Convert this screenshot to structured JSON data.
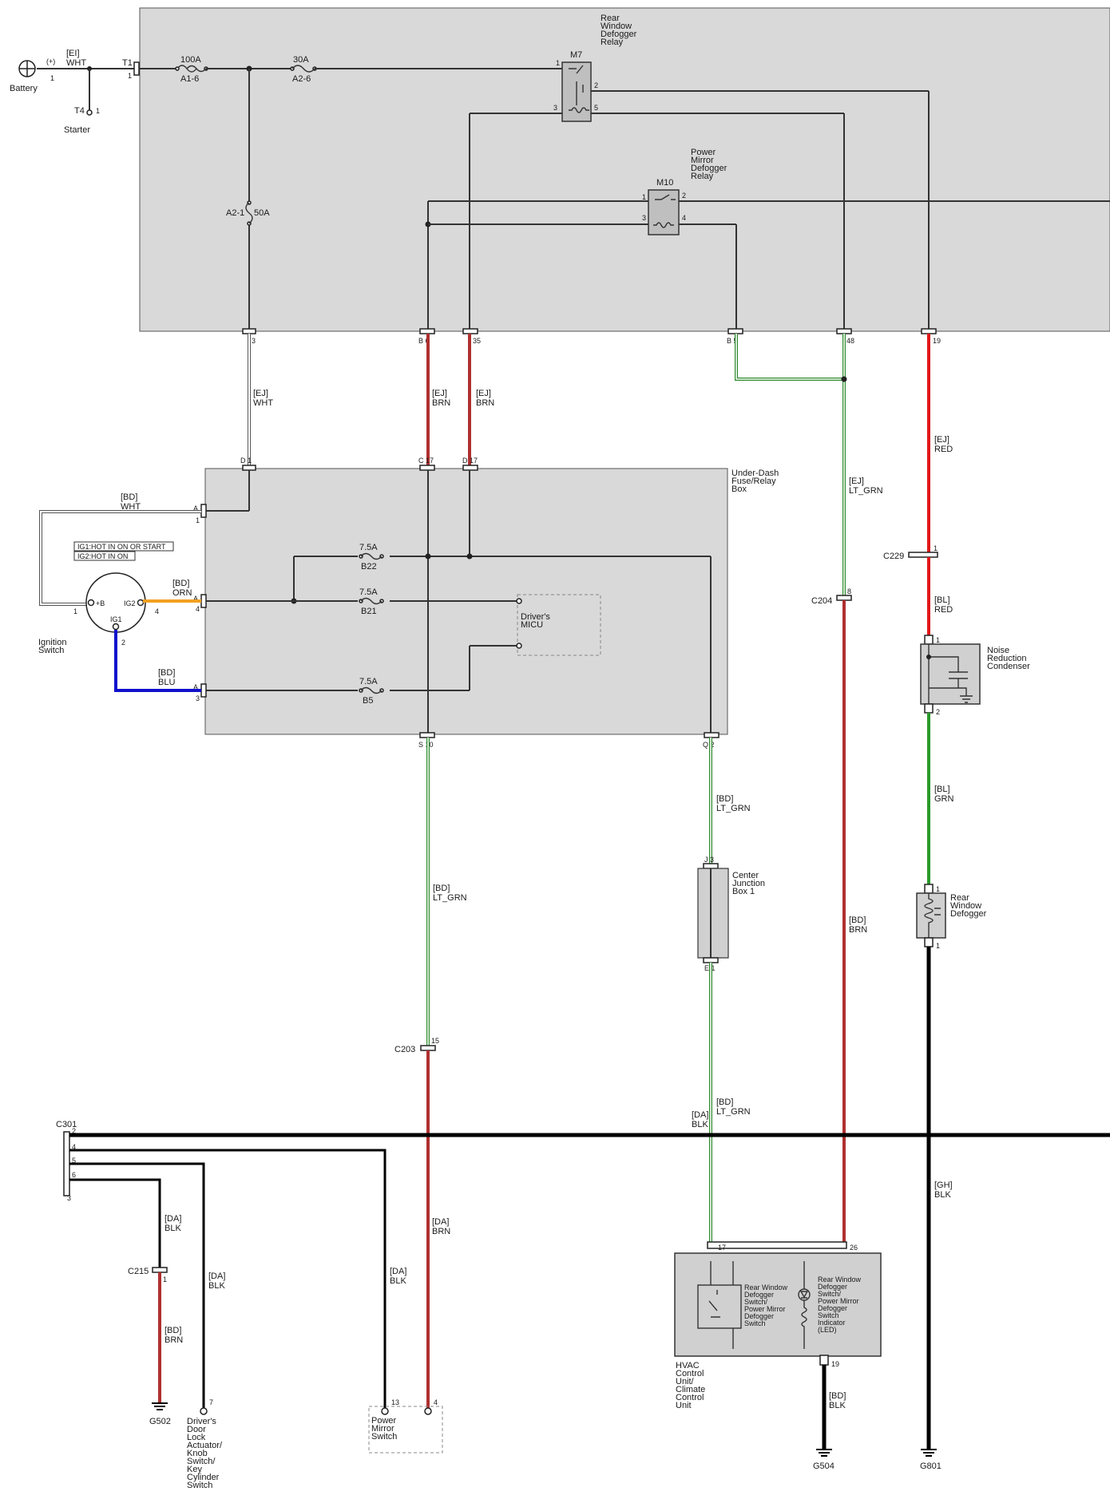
{
  "labels": {
    "battery": "Battery",
    "battery_plus": "(+)",
    "battery_pin": "1",
    "ei": "[EI]",
    "ei_wht": "WHT",
    "t1": "T1",
    "t1_pin": "1",
    "t4": "T4",
    "t4_pin": "1",
    "starter": "Starter",
    "fuse_100a": "100A",
    "fuse_a16": "A1-6",
    "fuse_30a": "30A",
    "fuse_a26": "A2-6",
    "fuse_a21": "A2-1",
    "fuse_50a": "50A",
    "m7": "M7",
    "rear_relay": [
      "Rear",
      "Window",
      "Defogger",
      "Relay"
    ],
    "m7_p1": "1",
    "m7_p2": "2",
    "m7_p3": "3",
    "m7_p5": "5",
    "m10": "M10",
    "pm_relay": [
      "Power",
      "Mirror",
      "Defogger",
      "Relay"
    ],
    "m10_p1": "1",
    "m10_p2": "2",
    "m10_p3": "3",
    "m10_p4": "4",
    "c_3": "3",
    "c_b6": "B 6",
    "c_35": "35",
    "c_b5": "B 5",
    "c_48": "48",
    "c_19": "19",
    "ej1": "[EJ]",
    "ej1_c": "WHT",
    "ej2": "[EJ]",
    "ej2_c": "BRN",
    "ej3": "[EJ]",
    "ej3_c": "BRN",
    "ej4": "[EJ]",
    "ej4_c": "LT_GRN",
    "ej5": "[EJ]",
    "ej5_c": "RED",
    "d1": "D 1",
    "c17": "C 17",
    "d17": "D 17",
    "underdash": [
      "Under-Dash",
      "Fuse/Relay",
      "Box"
    ],
    "a1_top": "A",
    "a1_bot": "1",
    "a4_top": "A",
    "a4_bot": "4",
    "a3_top": "A",
    "a3_bot": "3",
    "bd_wht": "[BD]",
    "bd_wht_c": "WHT",
    "bd_orn": "[BD]",
    "bd_orn_c": "ORN",
    "bd_blu": "[BD]",
    "bd_blu_c": "BLU",
    "ig_note1": "IG1:HOT IN ON OR START",
    "ig_note2": "IG2:HOT IN ON",
    "ign_b": "+B",
    "ign_ig2": "IG2",
    "ign_ig1": "IG1",
    "ign_p1": "1",
    "ign_p4": "4",
    "ign_p2": "2",
    "ignition": [
      "Ignition",
      "Switch"
    ],
    "b22_a": "7.5A",
    "b22": "B22",
    "b21_a": "7.5A",
    "b21": "B21",
    "b5_a": "7.5A",
    "b5": "B5",
    "micu": [
      "Driver's",
      "MICU"
    ],
    "s10": "S 10",
    "q2": "Q 2",
    "c229": "C229",
    "c229_p": "1",
    "bl_red": "[BL]",
    "bl_red_c": "RED",
    "noise": [
      "Noise",
      "Reduction",
      "Condenser"
    ],
    "n_p1": "1",
    "n_p2": "2",
    "bl_grn": "[BL]",
    "bl_grn_c": "GRN",
    "c204": "C204",
    "c204_p": "8",
    "bd_ltg1": "[BD]",
    "bd_ltg1_c": "LT_GRN",
    "j3": "J 3",
    "cjb": [
      "Center",
      "Junction",
      "Box 1"
    ],
    "e1": "E 1",
    "bd_ltg2": "[BD]",
    "bd_ltg2_c": "LT_GRN",
    "bd_ltg3": "[BD]",
    "bd_ltg3_c": "LT_GRN",
    "bd_brn_long": "[BD]",
    "bd_brn_long_c": "BRN",
    "rwd": [
      "Rear",
      "Window",
      "Defogger"
    ],
    "rwd_p1": "1",
    "rwd_p1b": "1",
    "c203": "C203",
    "c203_p": "15",
    "c301": "C301",
    "c301_pins": [
      "2",
      "4",
      "5",
      "6",
      "3"
    ],
    "da_blk_main": "[DA]",
    "da_blk_main_c": "BLK",
    "gh_blk": "[GH]",
    "gh_blk_c": "BLK",
    "da_brn": "[DA]",
    "da_brn_c": "BRN",
    "da_blk1": "[DA]",
    "da_blk1_c": "BLK",
    "da_blk2": "[DA]",
    "da_blk2_c": "BLK",
    "da_blk3": "[DA]",
    "da_blk3_c": "BLK",
    "c215": "C215",
    "c215_p": "1",
    "bd_brn_g": "[BD]",
    "bd_brn_g_c": "BRN",
    "g502": "G502",
    "door_p": "7",
    "door": [
      "Driver's",
      "Door",
      "Lock",
      "Actuator/",
      "Knob",
      "Switch/",
      "Key",
      "Cylinder",
      "Switch"
    ],
    "pm_p13": "13",
    "pm_p4": "4",
    "pm_switch": [
      "Power",
      "Mirror",
      "Switch"
    ],
    "hvac_p17": "17",
    "hvac_p26": "26",
    "hvac_p19": "19",
    "hvac_sw": [
      "Rear Window",
      "Defogger",
      "Switch/",
      "Power Mirror",
      "Defogger",
      "Switch"
    ],
    "hvac_led": [
      "Rear Window",
      "Defogger",
      "Switch/",
      "Power Mirror",
      "Defogger",
      "Switch",
      "Indicator",
      "(LED)"
    ],
    "hvac": [
      "HVAC",
      "Control",
      "Unit/",
      "Climate",
      "Control",
      "Unit"
    ],
    "bd_blk": "[BD]",
    "bd_blk_c": "BLK",
    "g504": "G504",
    "g801": "G801"
  }
}
